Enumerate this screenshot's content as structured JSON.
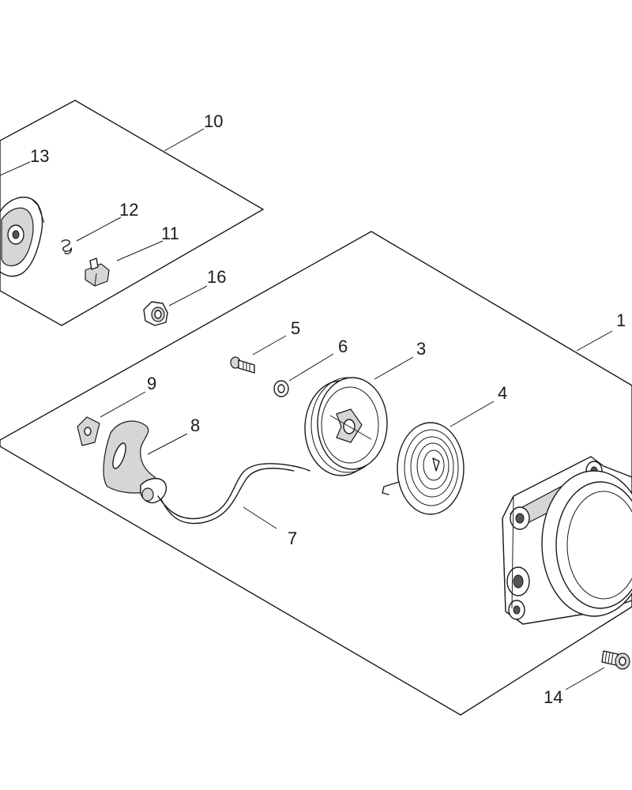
{
  "diagram": {
    "labels": {
      "p1": "1",
      "p3": "3",
      "p4": "4",
      "p5": "5",
      "p6": "6",
      "p7": "7",
      "p8": "8",
      "p9": "9",
      "p10": "10",
      "p11": "11",
      "p12": "12",
      "p13": "13",
      "p14": "14",
      "p16": "16"
    }
  }
}
